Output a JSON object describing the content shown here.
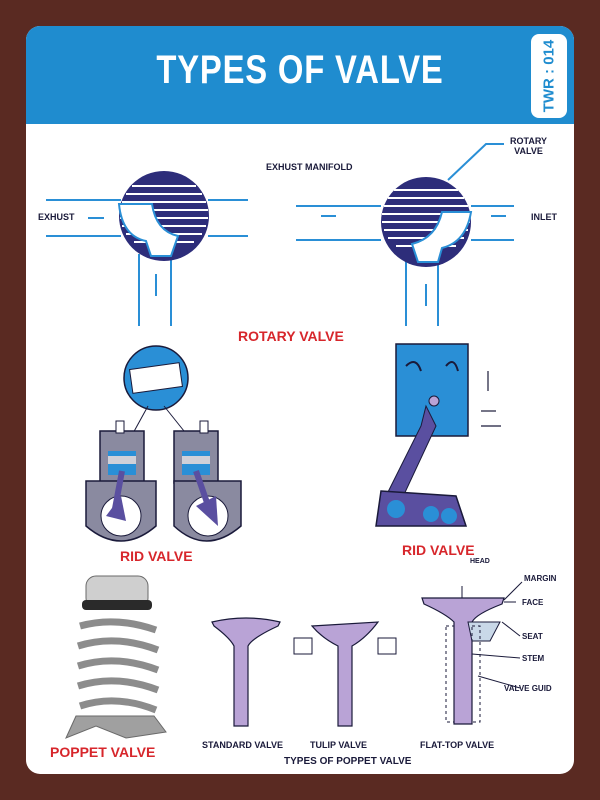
{
  "header": {
    "title": "TYPES OF VALVE",
    "code": "TWR : 014"
  },
  "rotary": {
    "caption": "ROTARY VALVE",
    "exhust": "EXHUST",
    "exhust_manifold": "EXHUST MANIFOLD",
    "rotary_valve_line1": "ROTARY",
    "rotary_valve_line2": "VALVE",
    "inlet": "INLET"
  },
  "rid": {
    "caption_left": "RID VALVE",
    "caption_right": "RID VALVE"
  },
  "poppet": {
    "caption": "POPPET VALVE",
    "types_caption": "TYPES OF POPPET VALVE",
    "standard": "STANDARD VALVE",
    "tulip": "TULIP VALVE",
    "flat_top": "FLAT-TOP VALVE",
    "head": "HEAD",
    "margin": "MARGIN",
    "face": "FACE",
    "seat": "SEAT",
    "stem": "STEM",
    "valve_guid": "VALVE GUID"
  },
  "colors": {
    "background": "#5a2a22",
    "header": "#1f8ccf",
    "accent_red": "#d7262b",
    "valve_blue": "#2a8fd6",
    "valve_navy": "#2d2d7a",
    "valve_purple": "#b9a3d6"
  }
}
